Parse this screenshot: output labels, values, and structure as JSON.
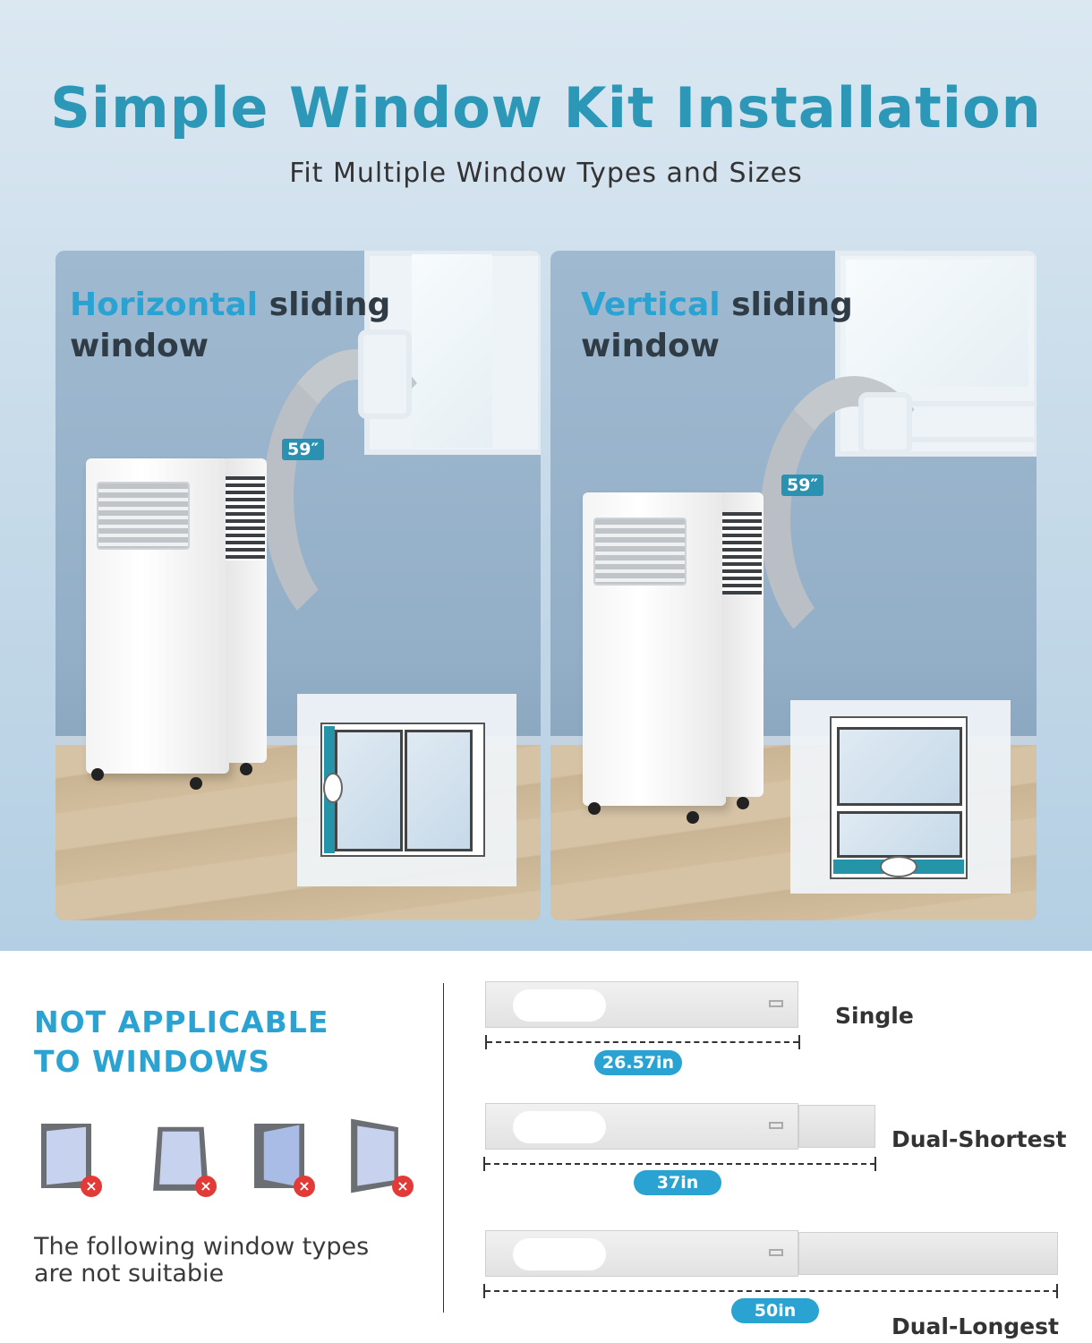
{
  "header": {
    "title": "Simple Window Kit Installation",
    "subtitle": "Fit Multiple Window Types and Sizes"
  },
  "panels": [
    {
      "accent": "Horizontal",
      "rest": " sliding",
      "line2": "window",
      "hose_length": "59″"
    },
    {
      "accent": "Vertical",
      "rest": " sliding",
      "line2": "window",
      "hose_length": "59″"
    }
  ],
  "not_applicable": {
    "title_line1": "NOT APPLICABLE",
    "title_line2": "TO WINDOWS",
    "description_line1": "The following window types",
    "description_line2": "are not suitabie",
    "icons": [
      "casement-window-icon",
      "awning-window-icon",
      "hinged-window-icon",
      "tilt-window-icon"
    ]
  },
  "plates": [
    {
      "name": "Single",
      "length": "26.57in"
    },
    {
      "name": "Dual-Shortest",
      "length": "37in"
    },
    {
      "name": "Dual-Longest",
      "length": "50in"
    }
  ],
  "colors": {
    "title": "#2c97b6",
    "accent": "#2aa3d3",
    "kit": "#2694a8",
    "badge": "#2aa3d3",
    "error": "#e23a36"
  }
}
